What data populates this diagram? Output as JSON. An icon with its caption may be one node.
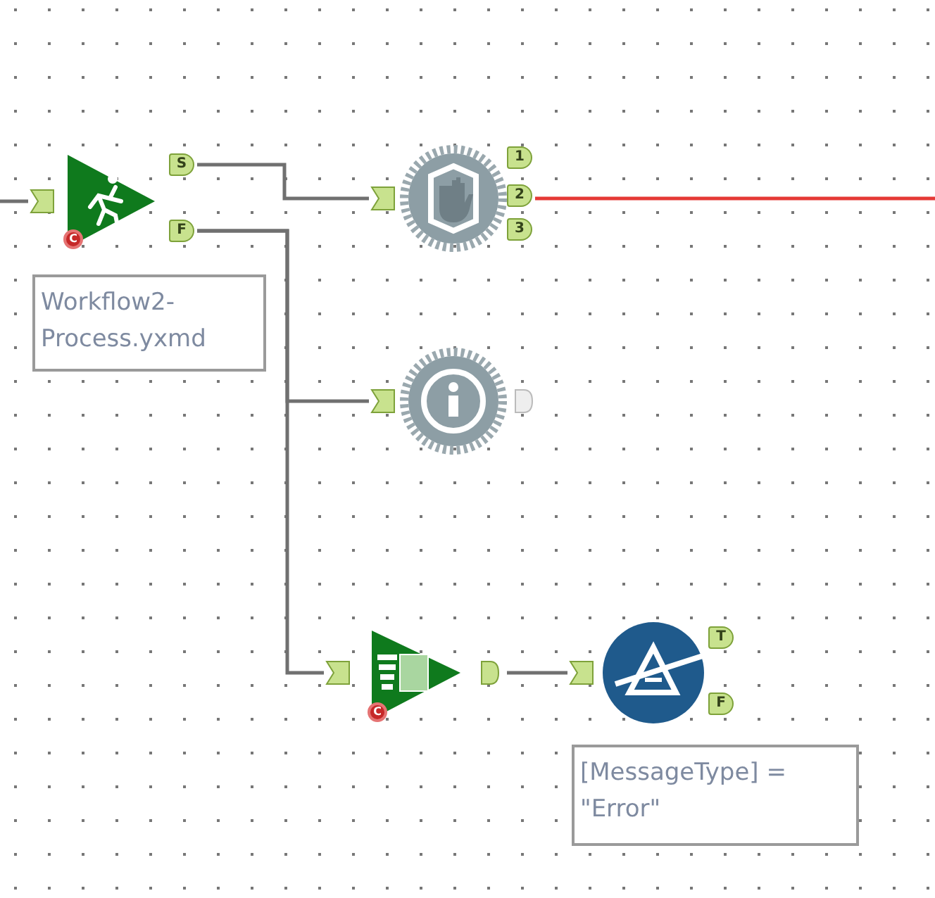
{
  "diagram": {
    "nodes": [
      {
        "text": [],
        "shape": "picture",
        "beside": [
          "Workflow2-Process.yxmd"
        ]
      },
      {
        "text": [],
        "shape": "picture"
      },
      {
        "text": [],
        "shape": "picture"
      },
      {
        "text": [],
        "shape": "picture"
      },
      {
        "text": [],
        "shape": "picture",
        "beside": [
          "[MessageType] = \"Error\""
        ]
      }
    ],
    "edges": [
      {
        "from": null,
        "to": 0,
        "arrow": "none"
      },
      {
        "from": 0,
        "to": 1,
        "arrow": "none"
      },
      {
        "from": 0,
        "to": 2,
        "arrow": "none"
      },
      {
        "from": 0,
        "to": 3,
        "arrow": "none"
      },
      {
        "from": 3,
        "to": 4,
        "arrow": "none"
      },
      {
        "from": 1,
        "to": null,
        "arrow": "none",
        "color": "#e53935"
      }
    ],
    "labels": [
      "S",
      "F",
      "C",
      "1",
      "2",
      "3",
      "C",
      "T",
      "F"
    ]
  }
}
